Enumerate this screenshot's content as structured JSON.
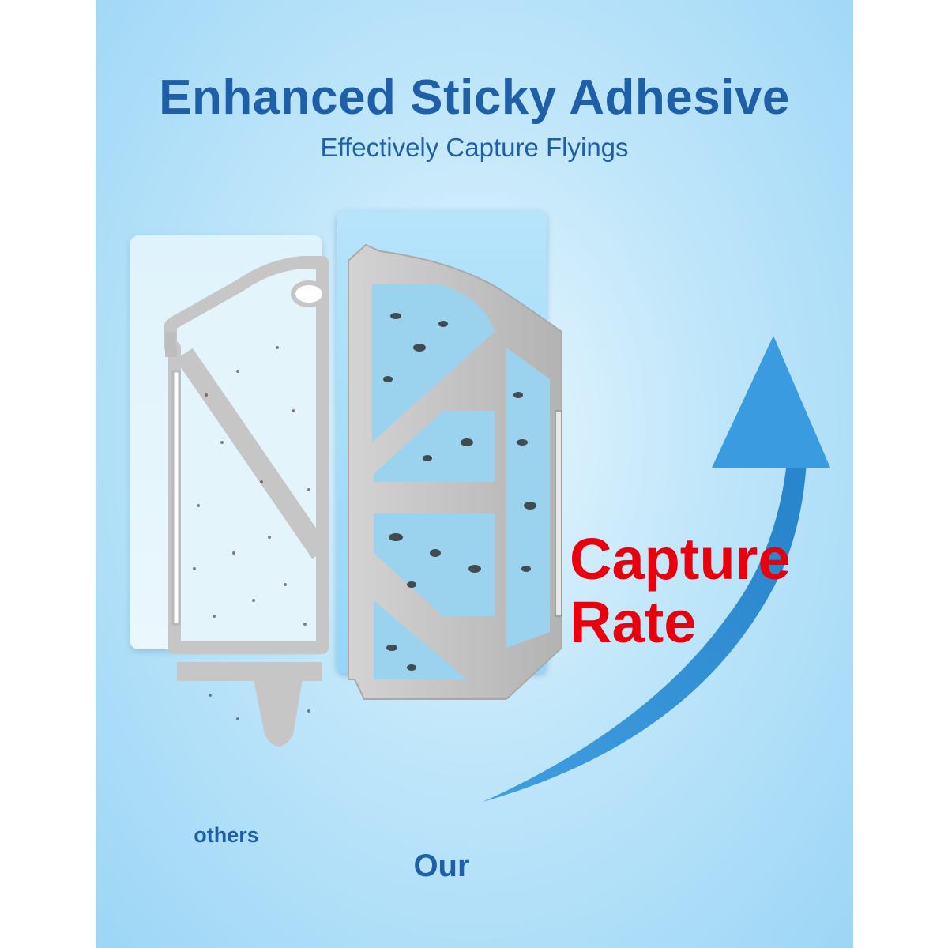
{
  "title": "Enhanced Sticky Adhesive",
  "subtitle": "Effectively Capture Flyings",
  "comparison": {
    "others_label": "others",
    "our_label": "Our"
  },
  "callout": {
    "line1": "Capture",
    "line2": "Rate"
  },
  "colors": {
    "heading": "#1f5fa8",
    "callout": "#e8000f",
    "arrow": "#2f8fd3",
    "frame": "#bdbdbd",
    "background": "#a9dcf7"
  },
  "icons": [
    "trap-frame-others",
    "trap-frame-our",
    "up-arrow-icon"
  ]
}
